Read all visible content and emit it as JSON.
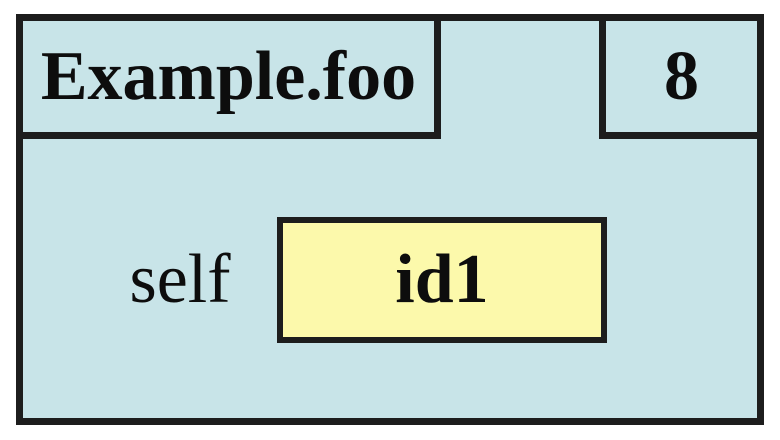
{
  "diagram": {
    "type": "memory-model-stack-frame",
    "frame": {
      "title": "Example.foo",
      "line_number": "8",
      "variables": [
        {
          "name": "self",
          "value": "id1"
        }
      ]
    },
    "colors": {
      "frame_fill": "#c8e4e8",
      "value_box_fill": "#fcf9ab",
      "border": "#1d1d1d",
      "text": "#0d0d0d",
      "page_background": "#ffffff"
    }
  }
}
